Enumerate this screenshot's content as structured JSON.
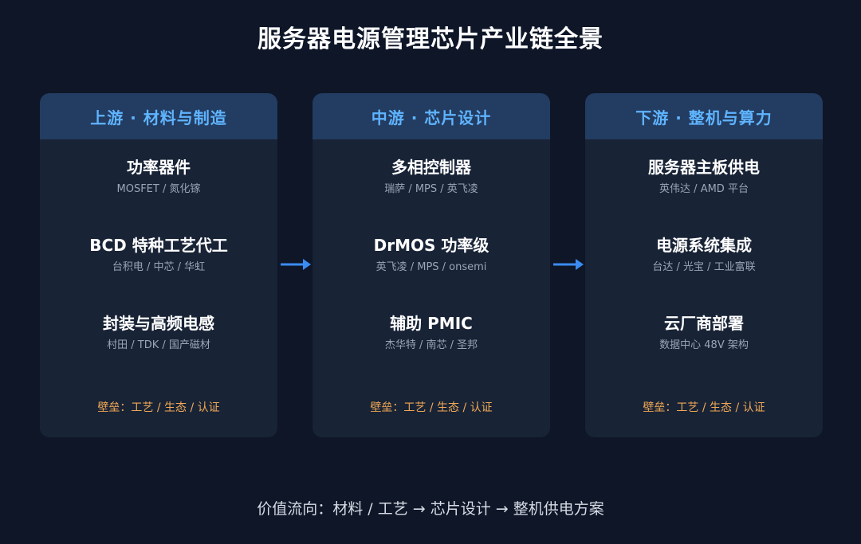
{
  "title": "服务器电源管理芯片产业链全景",
  "columns": [
    {
      "header": "上游 · 材料与制造",
      "items": [
        {
          "title": "功率器件",
          "sub": "MOSFET / 氮化镓"
        },
        {
          "title": "BCD 特种工艺代工",
          "sub": "台积电 / 中芯 / 华虹"
        },
        {
          "title": "封装与高频电感",
          "sub": "村田 / TDK / 国产磁材"
        }
      ],
      "barrier": "壁垒：工艺 / 生态 / 认证"
    },
    {
      "header": "中游 · 芯片设计",
      "items": [
        {
          "title": "多相控制器",
          "sub": "瑞萨 / MPS / 英飞凌"
        },
        {
          "title": "DrMOS 功率级",
          "sub": "英飞凌 / MPS / onsemi"
        },
        {
          "title": "辅助 PMIC",
          "sub": "杰华特 / 南芯 / 圣邦"
        }
      ],
      "barrier": "壁垒：工艺 / 生态 / 认证"
    },
    {
      "header": "下游 · 整机与算力",
      "items": [
        {
          "title": "服务器主板供电",
          "sub": "英伟达 / AMD 平台"
        },
        {
          "title": "电源系统集成",
          "sub": "台达 / 光宝 / 工业富联"
        },
        {
          "title": "云厂商部署",
          "sub": "数据中心 48V 架构"
        }
      ],
      "barrier": "壁垒：工艺 / 生态 / 认证"
    }
  ],
  "footer": "价值流向：材料 / 工艺 → 芯片设计 → 整机供电方案",
  "colors": {
    "background": "#0e1628",
    "card": "#182336",
    "header": "#233c61",
    "header_text": "#5fb4ff",
    "barrier_text": "#f0a855",
    "arrow": "#3b8cf0"
  }
}
